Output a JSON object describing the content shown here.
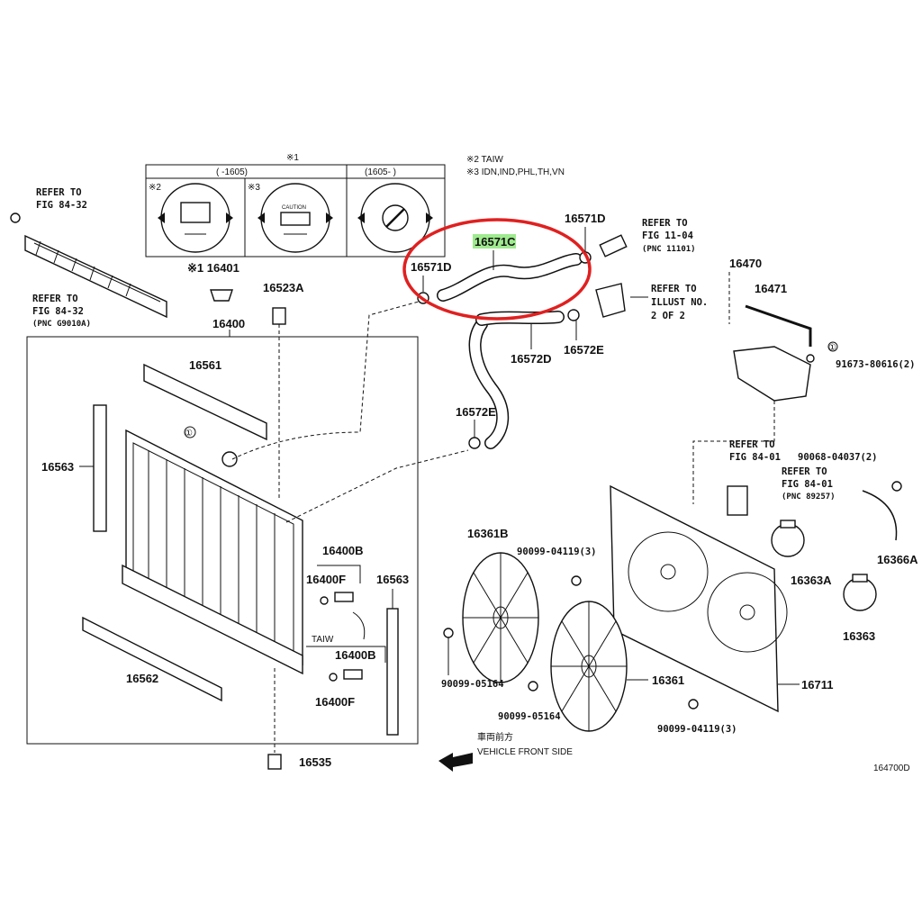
{
  "notes": {
    "note1": "※1",
    "note2": "※2 TAIW",
    "note3": "※3 IDN,IND,PHL,TH,VN"
  },
  "cap_panel": {
    "col1": "(    -1605)",
    "col2": "(1605-    )",
    "mark2": "※2",
    "mark3": "※3",
    "caution": "CAUTION"
  },
  "refs": {
    "fig8432_top_a": "REFER TO",
    "fig8432_top_b": "FIG 84-32",
    "fig8432_bot_a": "REFER TO",
    "fig8432_bot_b": "FIG 84-32",
    "fig8432_bot_c": "(PNC G9010A)",
    "fig1104_a": "REFER TO",
    "fig1104_b": "FIG 11-04",
    "fig1104_c": "(PNC 11101)",
    "illust_a": "REFER TO",
    "illust_b": "ILLUST NO.",
    "illust_c": "2 OF 2",
    "fig8401a_a": "REFER TO",
    "fig8401a_b": "FIG 84-01",
    "fig8401b_a": "REFER TO",
    "fig8401b_b": "FIG 84-01",
    "fig8401b_c": "(PNC 89257)"
  },
  "parts": {
    "p16401": "※1 16401",
    "p16523A": "16523A",
    "p16400": "16400",
    "p16561": "16561",
    "p16563_left": "16563",
    "p16563_right": "16563",
    "p16562": "16562",
    "p16535": "16535",
    "p16400B_top": "16400B",
    "p16400F_top": "16400F",
    "taiw": "TAIW",
    "p16400B_bot": "16400B",
    "p16400F_bot": "16400F",
    "p16571D_left": "16571D",
    "p16571C": "16571C",
    "p16571D_right": "16571D",
    "p16572D": "16572D",
    "p16572E_right": "16572E",
    "p16572E_left": "16572E",
    "p16470": "16470",
    "p16471": "16471",
    "p91673": "91673-80616(2)",
    "p90068": "90068-04037(2)",
    "p16361B": "16361B",
    "p90099_04119_top": "90099-04119(3)",
    "p16363A": "16363A",
    "p16366A": "16366A",
    "p16363": "16363",
    "p90099_05164_left": "90099-05164",
    "p90099_05164_mid": "90099-05164",
    "p16361": "16361",
    "p16711": "16711",
    "p90099_04119_bot": "90099-04119(3)",
    "circle1_a": "①",
    "circle1_b": "①"
  },
  "footer": {
    "front_jp": "車両前方",
    "front_en": "VEHICLE FRONT SIDE",
    "fig_id": "164700D"
  },
  "colors": {
    "highlight": "#9fea8f",
    "circle_mark": "#e02020"
  }
}
